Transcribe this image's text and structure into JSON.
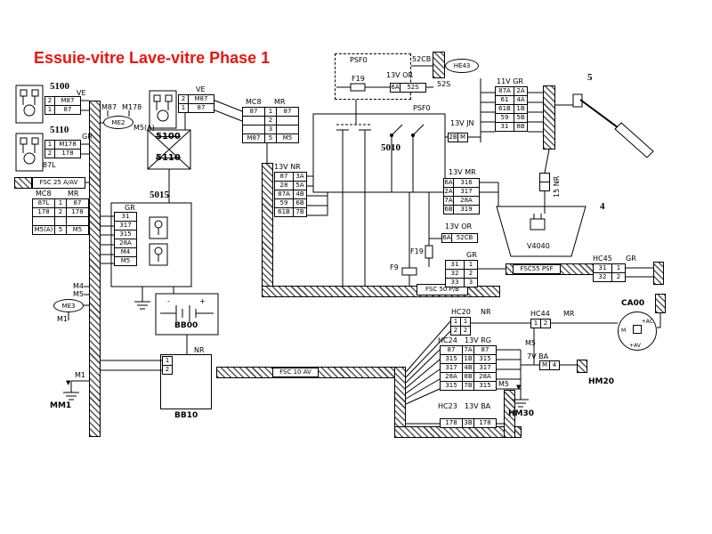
{
  "labels": {
    "title": "Essuie-vitre Lave-vitre Phase 1",
    "c5100_left": "5100",
    "ve_left": "VE",
    "c5110_left": "5110",
    "gr_left": "GR",
    "l87l": "87L",
    "fsc25": "FSC 25 A/AV",
    "mc8_left": "MC8",
    "mr_left": "MR",
    "m87": "M87",
    "m178": "M178",
    "me2": "ME2",
    "m5a": "M5(A)",
    "c5015": "5015",
    "gr_5015": "GR",
    "ve_center": "VE",
    "c5100_center": "5100",
    "c5110_center": "5110",
    "mc8_center": "MC8",
    "mr_center": "MR",
    "v13nr": "13V NR",
    "c5010": "5010",
    "psf0": "PSF0",
    "f19": "F19",
    "v13or": "13V OR",
    "l52cb": "52CB",
    "he43": "HE43",
    "l52s": "52S",
    "psf0_2": "PSF0",
    "v13jn": "13V JN",
    "v11gr": "11V GR",
    "c5": "5",
    "v13mr": "13V MR",
    "l15nr": "15 NR",
    "v4040": "V4040",
    "c4": "4",
    "v13or_2": "13V OR",
    "f19_2": "F19",
    "gr_2": "GR",
    "f9": "F9",
    "fsc50": "FSC 50 P/B",
    "fsc55": "FSC55 PSF",
    "hc45": "HC45",
    "gr_hc45": "GR",
    "ca00": "CA00",
    "plus_ac": "+AC",
    "m_contact": "M",
    "plus_av": "+AV",
    "hc44": "HC44",
    "mr_hc44": "MR",
    "hc20": "HC20",
    "nr_hc20": "NR",
    "hc24": "HC24",
    "v13rg": "13V RG",
    "hc23": "HC23",
    "v13ba": "13V BA",
    "m5_right": "M5",
    "v7ba": "7V BA",
    "hm20": "HM20",
    "m5_hm30": "M5",
    "hm30": "HM30",
    "minus": "-",
    "plus": "+",
    "bb00": "BB00",
    "nr_bb10": "NR",
    "bb10": "BB10",
    "m4_me3": "M4",
    "m5_me3": "M5",
    "me3": "ME3",
    "m1_me3": "M1",
    "m1_mm1": "M1",
    "mm1": "MM1",
    "fsc10": "FSC 10 AV",
    "arrow_down": "▼"
  },
  "tables": {
    "t5100_left": [
      [
        "2",
        "M87"
      ],
      [
        "1",
        "87"
      ]
    ],
    "t5110_left": [
      [
        "1",
        "M178"
      ],
      [
        "2",
        "178"
      ]
    ],
    "tmc8_left": [
      [
        "87L",
        "1",
        "87"
      ],
      [
        "178",
        "2",
        "178"
      ],
      [
        "",
        "",
        ""
      ],
      [
        "M5(A)",
        "5",
        "M5"
      ]
    ],
    "t5015": [
      [
        "31"
      ],
      [
        "317"
      ],
      [
        "315"
      ],
      [
        "28A"
      ],
      [
        "M4"
      ],
      [
        "M5"
      ]
    ],
    "t5100_center": [
      [
        "2",
        "M87"
      ],
      [
        "1",
        "87"
      ]
    ],
    "tmc8_center": [
      [
        "87",
        "1",
        "87"
      ],
      [
        "",
        "2",
        ""
      ],
      [
        "",
        "3",
        ""
      ],
      [
        "M87",
        "5",
        "M5"
      ]
    ],
    "t13nr": [
      [
        "87",
        "3A"
      ],
      [
        "28",
        "5A"
      ],
      [
        "87A",
        "4B"
      ],
      [
        "59",
        "6B"
      ],
      [
        "61B",
        "7B"
      ]
    ],
    "t6a52s": [
      [
        "6A",
        "52S"
      ]
    ],
    "t2bm": [
      [
        "2B",
        "M"
      ]
    ],
    "t11gr": [
      [
        "87A",
        "2A"
      ],
      [
        "61",
        "4A"
      ],
      [
        "61B",
        "1B"
      ],
      [
        "59",
        "5B"
      ],
      [
        "31",
        "8B"
      ]
    ],
    "t13mr": [
      [
        "6A",
        "316"
      ],
      [
        "2A",
        "317"
      ],
      [
        "7A",
        "28A"
      ],
      [
        "6B",
        "319"
      ]
    ],
    "t15nr": [
      [
        ""
      ],
      [
        ""
      ]
    ],
    "t6a52cb": [
      [
        "6A",
        "52CB"
      ]
    ],
    "tgr31": [
      [
        "31",
        "1"
      ],
      [
        "32",
        "2"
      ],
      [
        "33",
        "3"
      ]
    ],
    "thc20": [
      [
        "1",
        "1"
      ],
      [
        "2",
        "2"
      ]
    ],
    "thc44": [
      [
        "1",
        "2"
      ]
    ],
    "thc45": [
      [
        "31",
        "1"
      ],
      [
        "32",
        "2"
      ]
    ],
    "tmain": [
      [
        "87",
        "7A",
        "87"
      ],
      [
        "315",
        "1B",
        "315"
      ],
      [
        "317",
        "4B",
        "317"
      ],
      [
        "28A",
        "8B",
        "28A"
      ],
      [
        "315",
        "7B",
        "315"
      ]
    ],
    "t178": [
      [
        "178",
        "3B",
        "178"
      ]
    ],
    "tm4": [
      [
        "M",
        "4"
      ]
    ],
    "tbb10": [
      [
        "1"
      ],
      [
        "2"
      ]
    ]
  },
  "colors": {
    "title": "#e9150f",
    "line": "#000000",
    "background": "#ffffff"
  }
}
